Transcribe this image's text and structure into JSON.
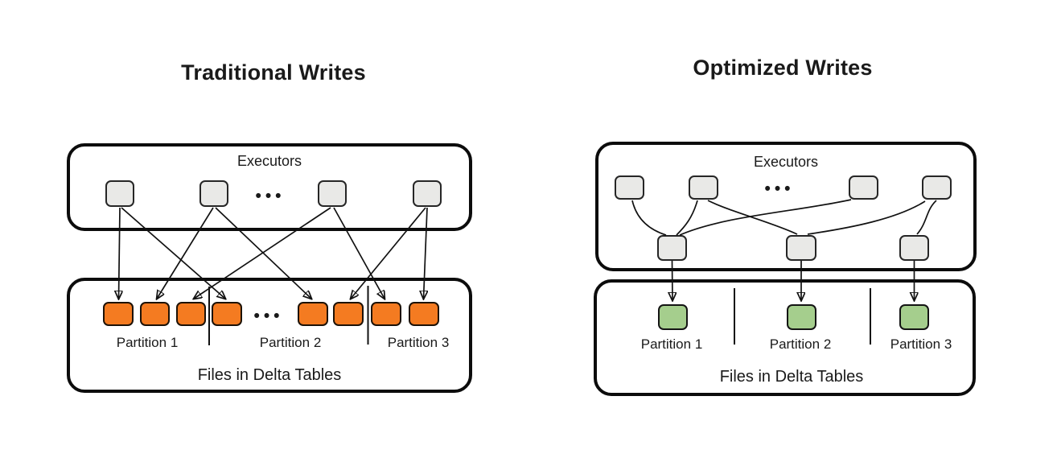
{
  "diagram_traditional": {
    "title": "Traditional Writes",
    "executors_box": {
      "label": "Executors",
      "executor_count": 4,
      "ellipsis": "•••"
    },
    "files_box": {
      "label": "Files in Delta Tables",
      "file_count": 8,
      "ellipsis": "•••",
      "partitions": [
        {
          "label": "Partition 1"
        },
        {
          "label": "Partition 2"
        },
        {
          "label": "Partition 3"
        }
      ]
    }
  },
  "diagram_optimized": {
    "title": "Optimized Writes",
    "executors_box": {
      "label": "Executors",
      "executor_count": 4,
      "shuffle_node_count": 3,
      "ellipsis": "•••"
    },
    "files_box": {
      "label": "Files in Delta Tables",
      "file_count": 3,
      "partitions": [
        {
          "label": "Partition 1"
        },
        {
          "label": "Partition 2"
        },
        {
          "label": "Partition 3"
        }
      ]
    }
  },
  "colors": {
    "background": "#ffffff",
    "box_border": "#0c0c0c",
    "executor_node_fill": "#e9e9e7",
    "traditional_file_fill": "#f47b21",
    "optimized_file_fill": "#a5ce8d",
    "line": "#111111",
    "text": "#1a1a1a"
  }
}
